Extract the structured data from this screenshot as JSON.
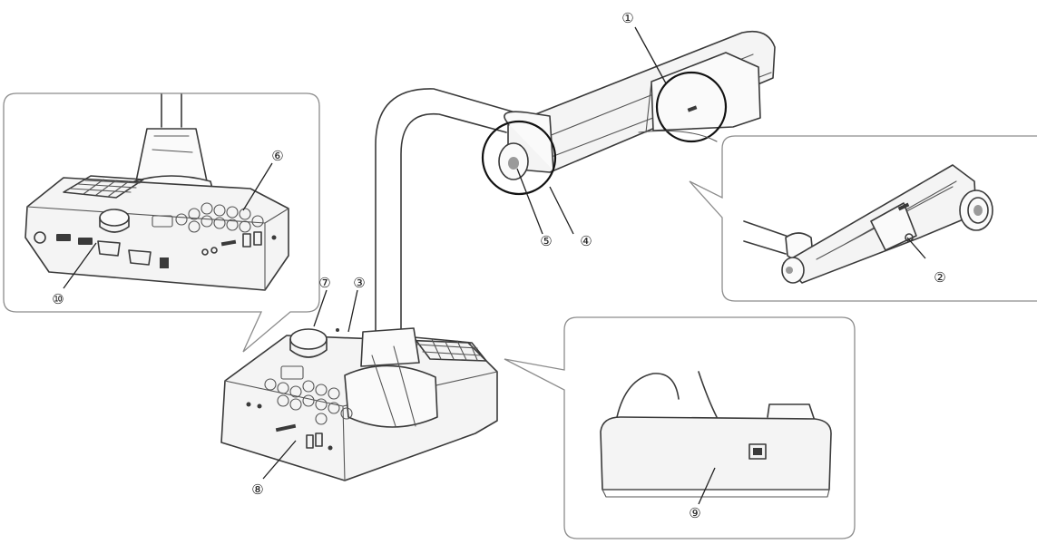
{
  "callouts": [
    {
      "id": "1",
      "label": "①"
    },
    {
      "id": "2",
      "label": "②"
    },
    {
      "id": "3",
      "label": "③"
    },
    {
      "id": "4",
      "label": "④"
    },
    {
      "id": "5",
      "label": "⑤"
    },
    {
      "id": "6",
      "label": "⑥"
    },
    {
      "id": "7",
      "label": "⑦"
    },
    {
      "id": "8",
      "label": "⑧"
    },
    {
      "id": "9",
      "label": "⑨"
    },
    {
      "id": "10",
      "label": "⑩"
    }
  ]
}
